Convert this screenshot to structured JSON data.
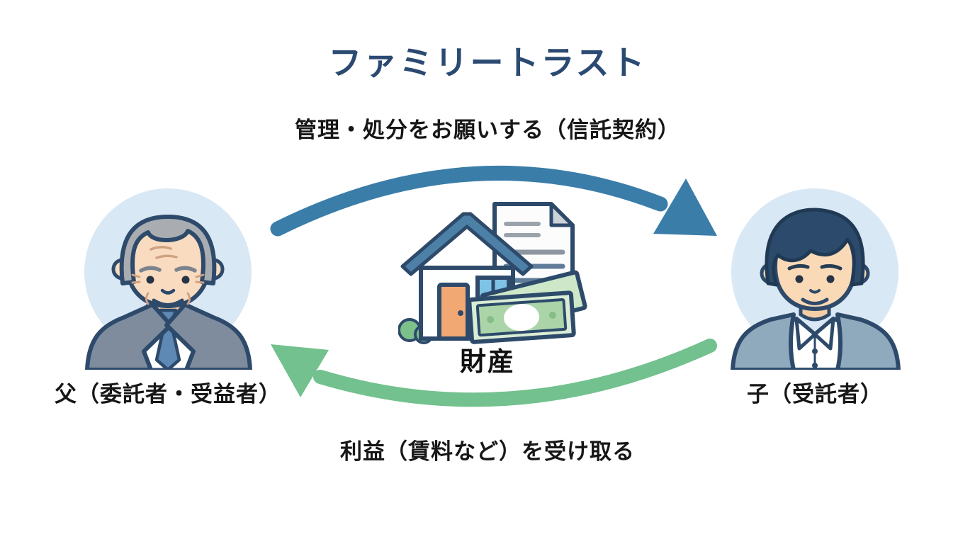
{
  "title": "ファミリートラスト",
  "flows": {
    "top": {
      "label": "管理・処分をお願いする（信託契約）"
    },
    "bottom": {
      "label": "利益（賃料など）を受け取る"
    }
  },
  "actors": {
    "father": {
      "label": "父（委託者・受益者）"
    },
    "son": {
      "label": "子（受託者）"
    }
  },
  "asset": {
    "label": "財産"
  },
  "colors": {
    "title_text": "#2b4a72",
    "arrow_blue": "#3a7da9",
    "arrow_green": "#72c18e",
    "avatar_background": "#d9e8f5",
    "label_text": "#171717"
  }
}
